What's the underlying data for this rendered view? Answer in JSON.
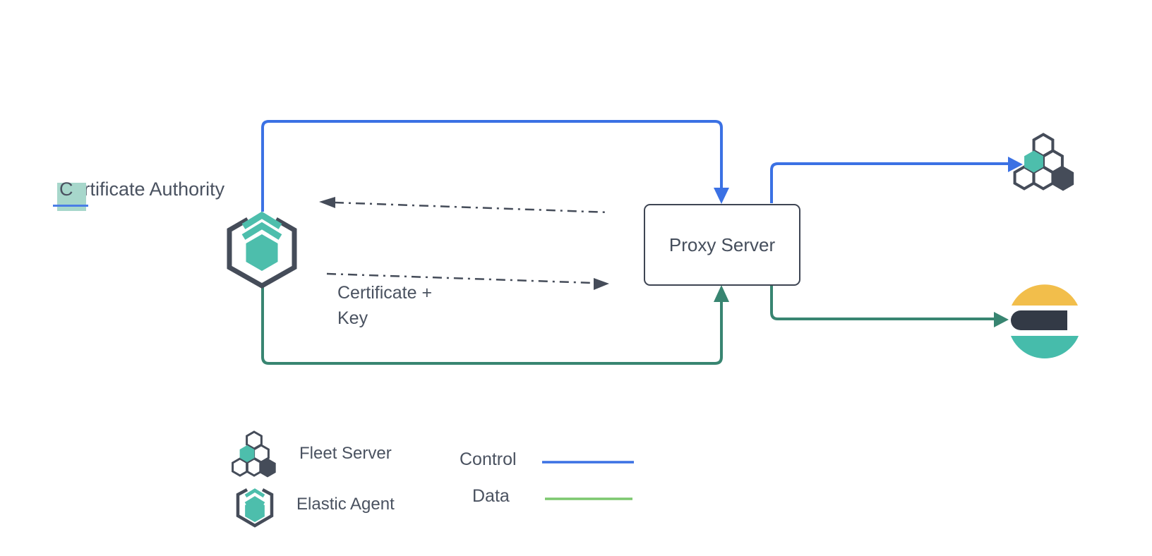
{
  "diagram": {
    "certificate_authority": {
      "selected_char": "C",
      "rest": "ertificate Authority"
    },
    "proxy_server_label": "Proxy Server",
    "certificate_key": {
      "line1": "Certificate +",
      "line2": "Key"
    }
  },
  "legend": {
    "fleet_server_label": "Fleet Server",
    "elastic_agent_label": "Elastic Agent",
    "control_label": "Control",
    "data_label": "Data"
  },
  "colors": {
    "control_blue": "#3B71E4",
    "data_green": "#388571",
    "legend_data_green": "#7CC86F",
    "dark_slate": "#454C59",
    "teal": "#4DBEAC",
    "elasticsearch_yellow": "#F2BE4B",
    "elasticsearch_navy": "#333A46",
    "elasticsearch_teal": "#46BCAB",
    "text_color": "#4A5260",
    "selection_highlight": "#A7D7CB",
    "selection_underline": "#4A7EE6"
  }
}
